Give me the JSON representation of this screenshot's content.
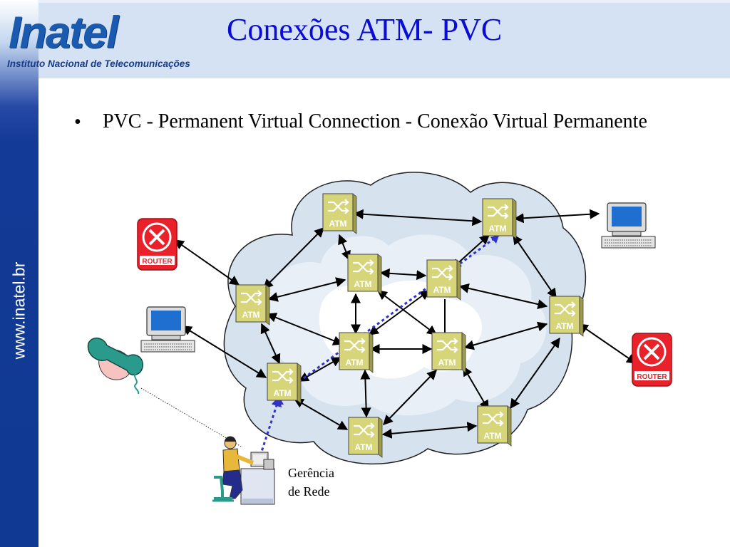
{
  "slide": {
    "title": "Conexões ATM- PVC",
    "bullet": "PVC - Permanent Virtual Connection - Conexão Virtual Permanente",
    "sidebar_url": "www.inatel.br"
  },
  "logo": {
    "word": "Inatel",
    "subtitle": "Instituto Nacional de Telecomunicações"
  },
  "diagram": {
    "switch_label": "ATM",
    "router_label": "ROUTER",
    "management_caption_line1": "Gerência",
    "management_caption_line2": "de Rede",
    "colors": {
      "cloud": "#d6e3ef",
      "switch": "#d7d57a",
      "router": "#e8212b",
      "pvc_path": "#3232c8"
    }
  }
}
